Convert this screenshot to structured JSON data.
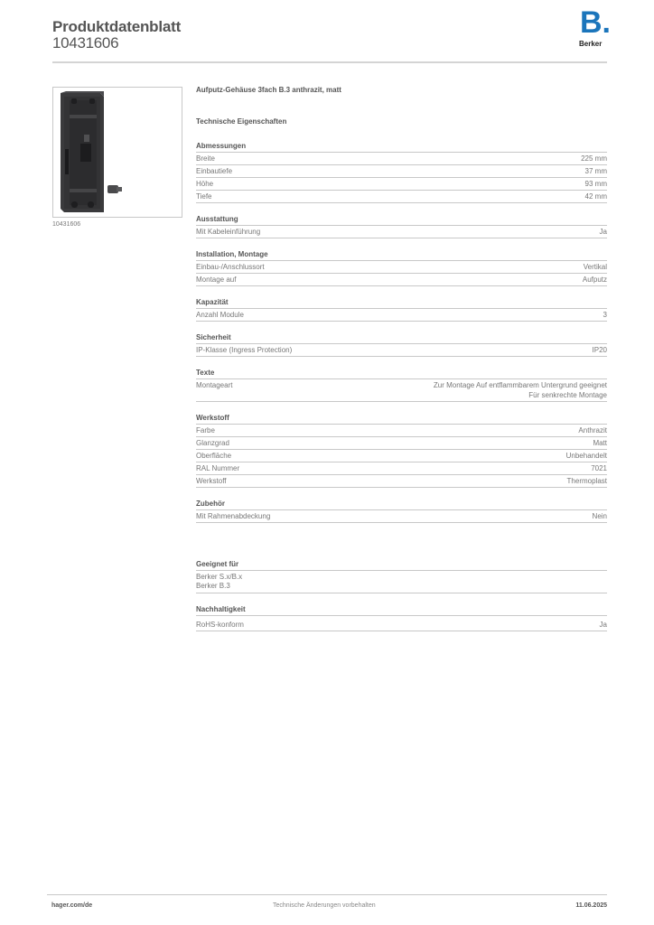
{
  "header": {
    "title": "Produktdatenblatt",
    "article_number": "10431606",
    "logo": {
      "mark": "B.",
      "word": "Berker",
      "color": "#1b75bb"
    }
  },
  "product_image": {
    "alt": "Aufputz-Gehäuse 3fach B.3 anthrazit, matt",
    "caption": "10431606"
  },
  "product_name": "Aufputz-Gehäuse 3fach B.3 anthrazit, matt",
  "tech_title": "Technische Eigenschaften",
  "sections": [
    {
      "title": "Abmessungen",
      "rows": [
        {
          "label": "Breite",
          "value": "225 mm"
        },
        {
          "label": "Einbautiefe",
          "value": "37 mm"
        },
        {
          "label": "Höhe",
          "value": "93 mm"
        },
        {
          "label": "Tiefe",
          "value": "42 mm"
        }
      ]
    },
    {
      "title": "Ausstattung",
      "rows": [
        {
          "label": "Mit Kabeleinführung",
          "value": "Ja"
        }
      ]
    },
    {
      "title": "Installation, Montage",
      "rows": [
        {
          "label": "Einbau-/Anschlussort",
          "value": "Vertikal"
        },
        {
          "label": "Montage auf",
          "value": "Aufputz"
        }
      ]
    },
    {
      "title": "Kapazität",
      "rows": [
        {
          "label": "Anzahl Module",
          "value": "3"
        }
      ]
    },
    {
      "title": "Sicherheit",
      "rows": [
        {
          "label": "IP-Klasse (Ingress Protection)",
          "value": "IP20"
        }
      ]
    },
    {
      "title": "Texte",
      "rows": [
        {
          "label": "Montageart",
          "value": "Zur Montage Auf entflammbarem Untergrund geeignet",
          "value2": "Für senkrechte Montage"
        }
      ]
    },
    {
      "title": "Werkstoff",
      "rows": [
        {
          "label": "Farbe",
          "value": "Anthrazit"
        },
        {
          "label": "Glanzgrad",
          "value": "Matt"
        },
        {
          "label": "Oberfläche",
          "value": "Unbehandelt"
        },
        {
          "label": "RAL Nummer",
          "value": "7021"
        },
        {
          "label": "Werkstoff",
          "value": "Thermoplast"
        }
      ]
    },
    {
      "title": "Zubehör",
      "rows": [
        {
          "label": "Mit Rahmenabdeckung",
          "value": "Nein"
        }
      ]
    }
  ],
  "suitable_for": {
    "title": "Geeignet für",
    "items": [
      "Berker S.x/B.x",
      "Berker B.3"
    ]
  },
  "sustainability": {
    "title": "Nachhaltigkeit",
    "rows": [
      {
        "label": "RoHS-konform",
        "value": "Ja"
      }
    ]
  },
  "footer": {
    "website": "hager.com/de",
    "notice": "Technische Änderungen vorbehalten",
    "date": "11.06.2025"
  }
}
